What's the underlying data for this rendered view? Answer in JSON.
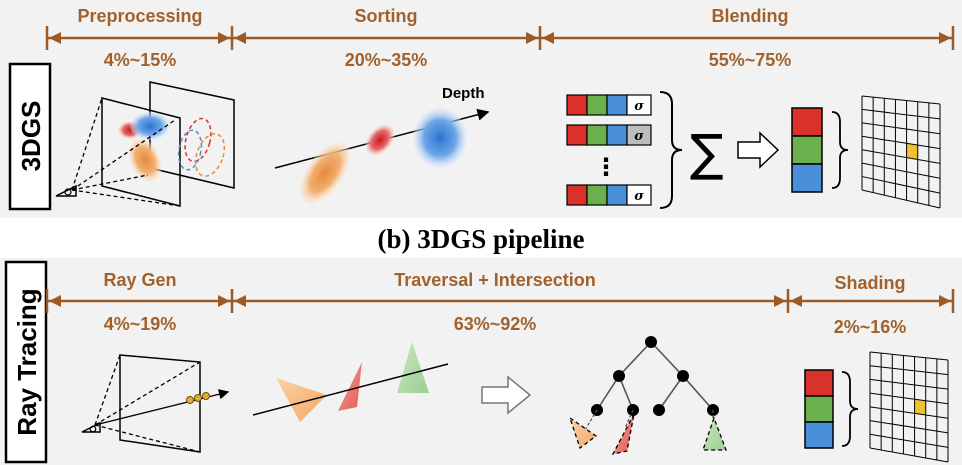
{
  "top_panel": {
    "side_label": "3DGS",
    "stages": [
      {
        "label": "Preprocessing",
        "pct": "4%~15%"
      },
      {
        "label": "Sorting",
        "pct": "20%~35%"
      },
      {
        "label": "Blending",
        "pct": "55%~75%"
      }
    ],
    "depth_label": "Depth",
    "sigma_symbol": "σ",
    "sum_symbol": "∑",
    "ellipsis": "⋮"
  },
  "caption": "(b) 3DGS pipeline",
  "bottom_panel": {
    "side_label": "Ray Tracing",
    "stages": [
      {
        "label": "Ray Gen",
        "pct": "4%~19%"
      },
      {
        "label": "Traversal + Intersection",
        "pct": "63%~92%"
      },
      {
        "label": "Shading",
        "pct": "2%~16%"
      }
    ]
  },
  "colors": {
    "arrow_brown": "#9c5a26",
    "block_red": "#d9322b",
    "block_green": "#6ab04c",
    "block_blue": "#4a90d9",
    "highlight_yellow": "#f2c12e",
    "tri_orange": "#f5b87a",
    "tri_red": "#e0605a",
    "tri_green": "#a8d5a0"
  }
}
